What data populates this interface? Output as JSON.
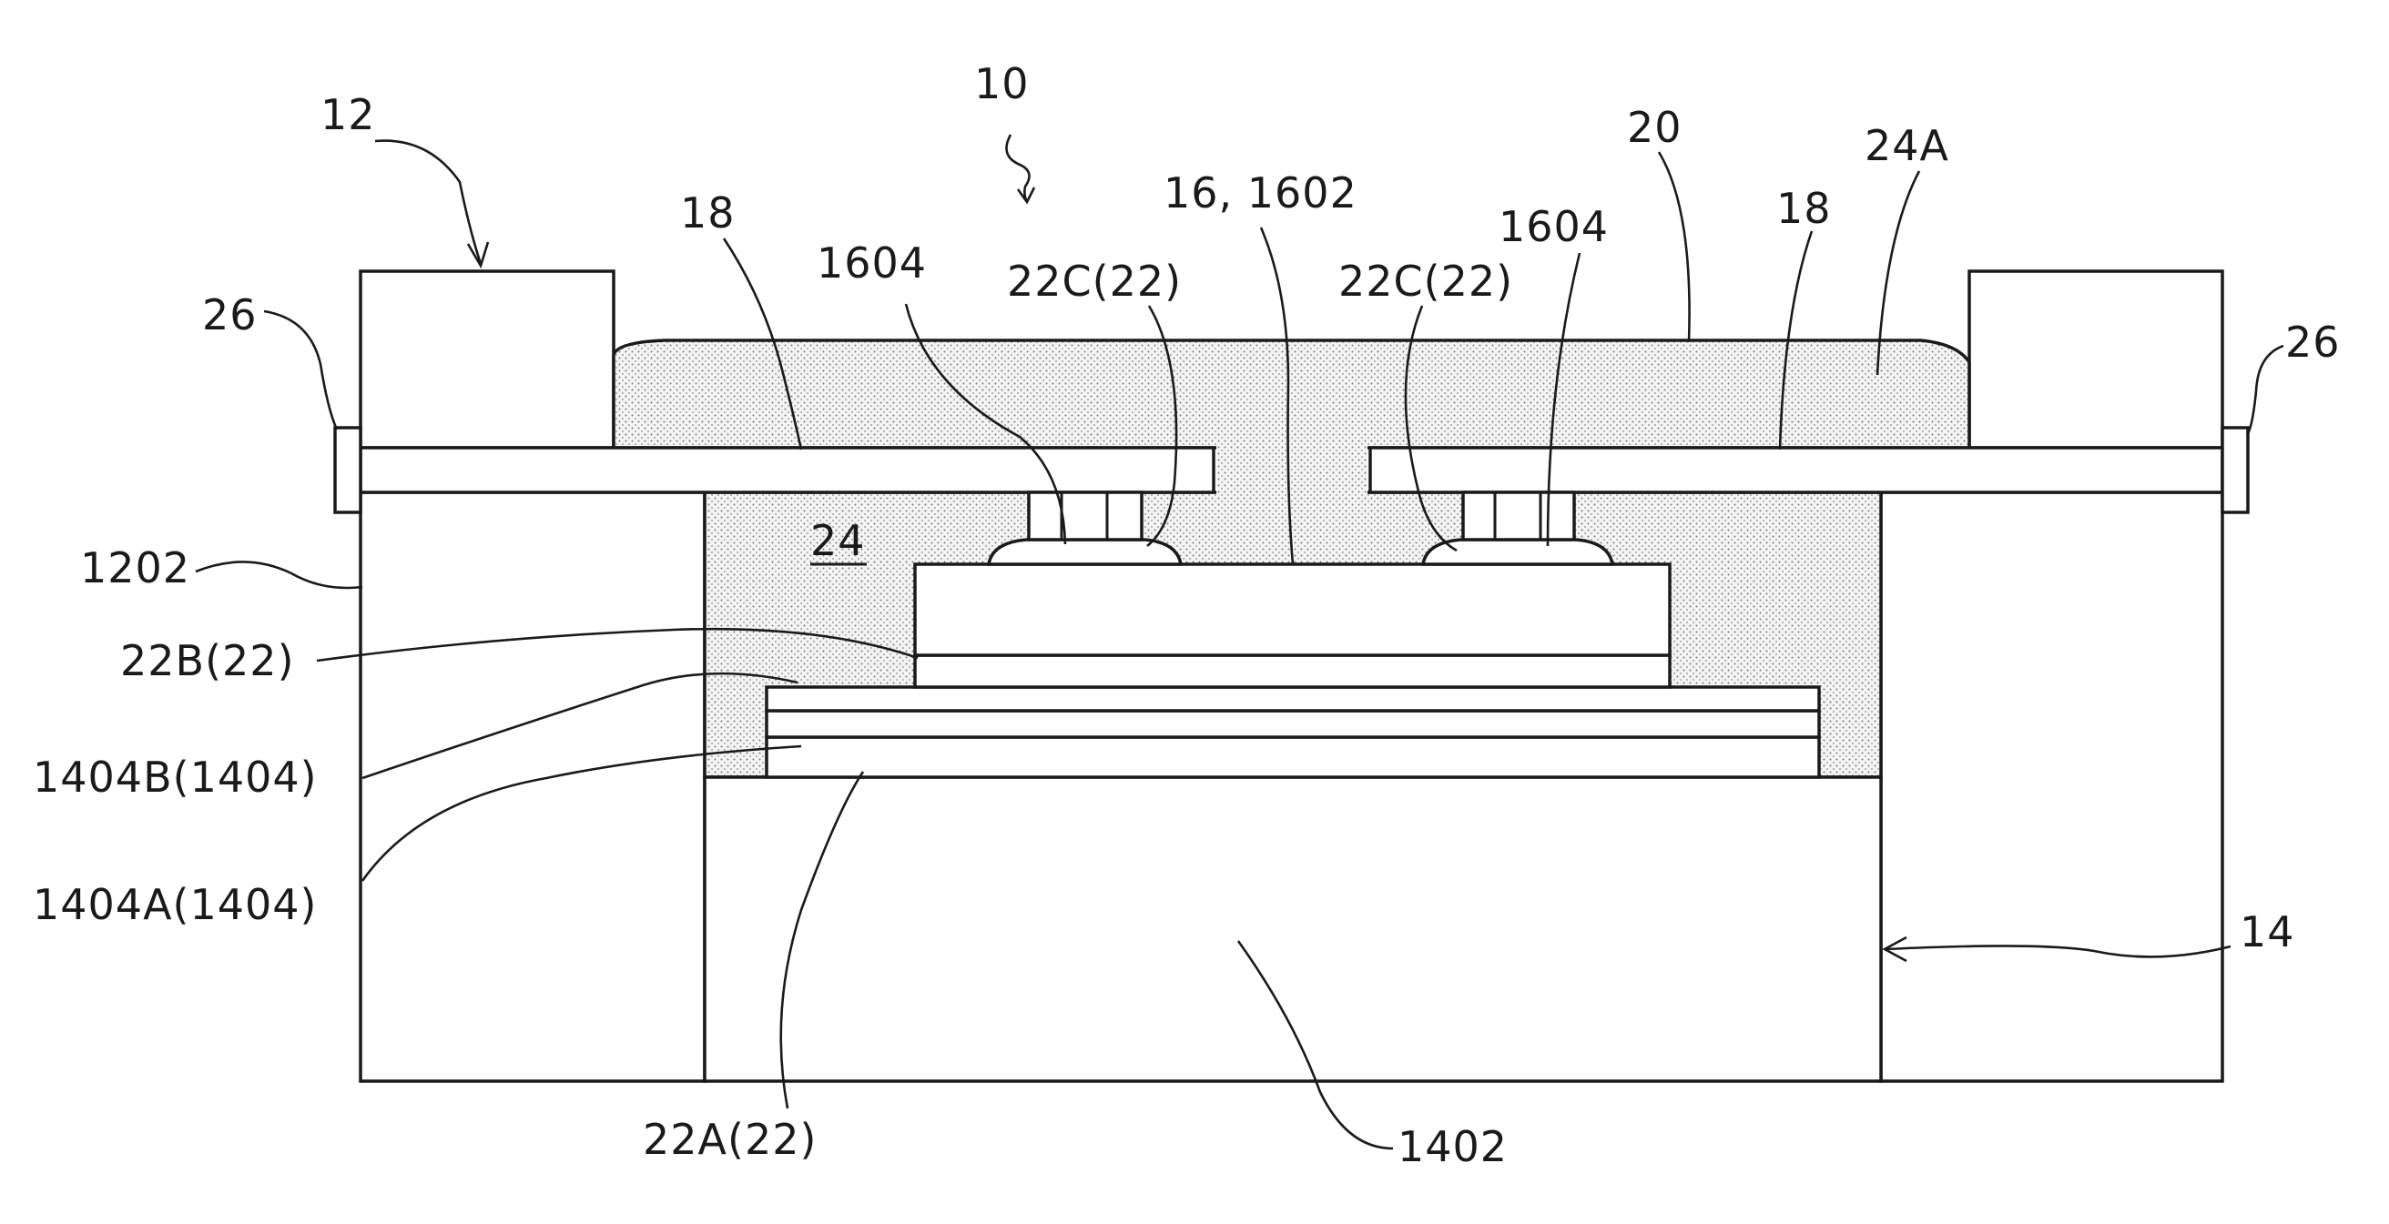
{
  "labels": {
    "ref_10": "10",
    "ref_12": "12",
    "ref_14": "14",
    "ref_16_1602": "16, 1602",
    "ref_18_left": "18",
    "ref_18_right": "18",
    "ref_20": "20",
    "ref_24": "24",
    "ref_24A": "24A",
    "ref_26_left": "26",
    "ref_26_right": "26",
    "ref_1202": "1202",
    "ref_1402": "1402",
    "ref_1404A": "1404A(1404)",
    "ref_1404B": "1404B(1404)",
    "ref_1604_left": "1604",
    "ref_1604_right": "1604",
    "ref_22A": "22A(22)",
    "ref_22B": "22B(22)",
    "ref_22C_left": "22C(22)",
    "ref_22C_right": "22C(22)"
  },
  "colors": {
    "line": "#1a1a1a",
    "stipple_base": "#f4f4f4",
    "stipple_dot": "#7a7a7a",
    "background": "#ffffff"
  }
}
